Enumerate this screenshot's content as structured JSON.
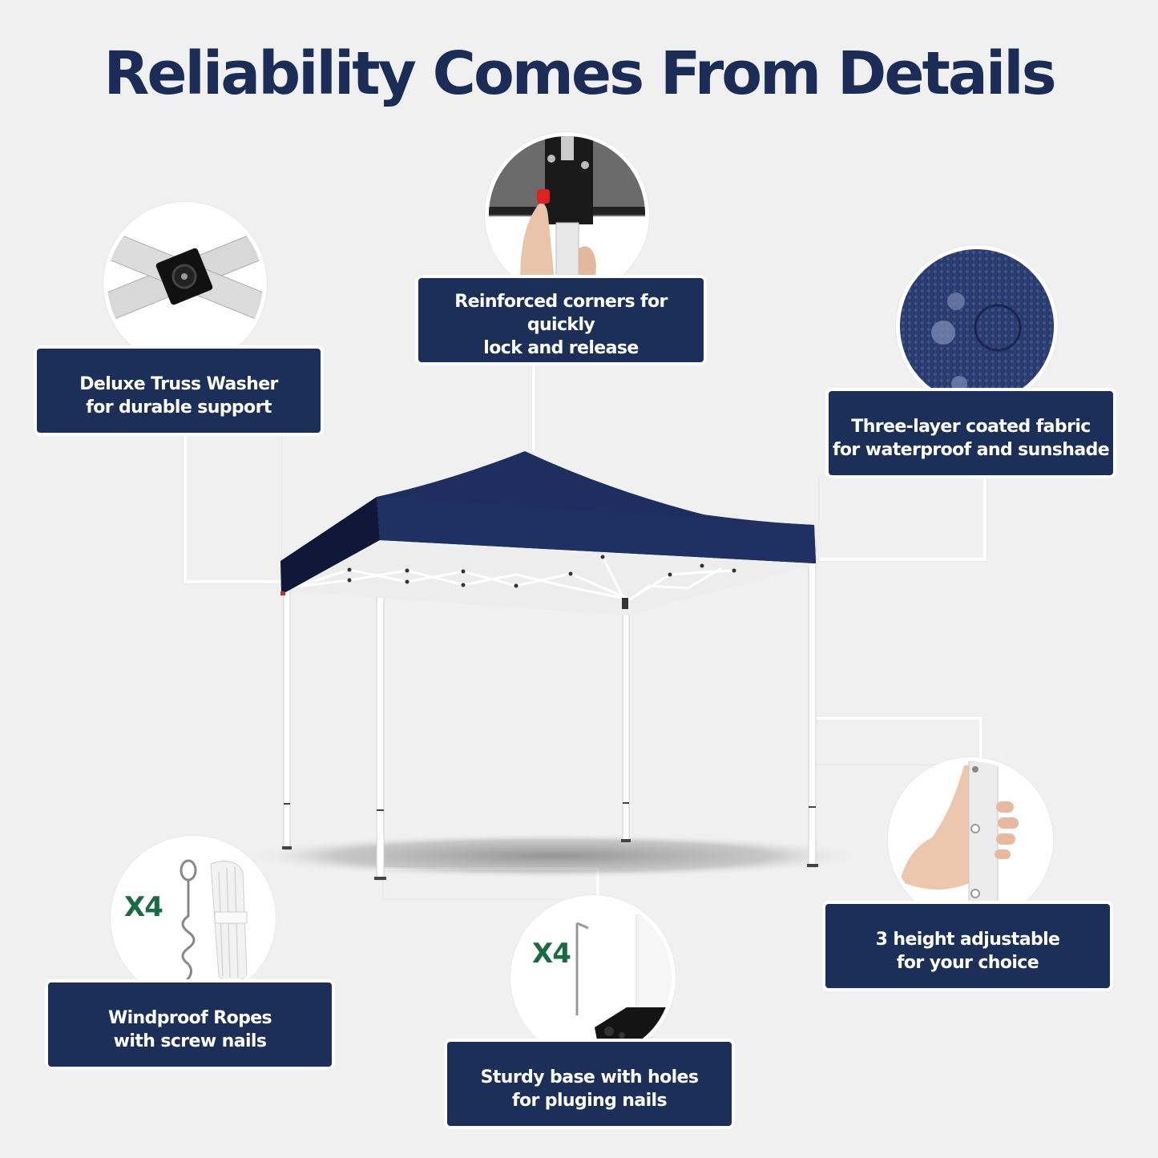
{
  "header": {
    "title": "Reliability Comes From Details"
  },
  "colors": {
    "navy": "#1c2f59",
    "title_navy": "#1b2d56",
    "background": "#f0f0f0",
    "qty_green": "#1a6a44",
    "canopy": "#1e2d5c"
  },
  "product": {
    "name": "pop-up canopy tent",
    "canopy_color": "navy blue",
    "frame_color": "white"
  },
  "features": [
    {
      "id": "truss-washer",
      "icon": "truss-washer-photo",
      "line1": "Deluxe Truss Washer",
      "line2": "for durable support"
    },
    {
      "id": "reinforced-corners",
      "icon": "corner-lock-photo",
      "line1": "Reinforced corners for quickly",
      "line2": "lock and release"
    },
    {
      "id": "coated-fabric",
      "icon": "waterproof-fabric-photo",
      "line1": "Three-layer coated fabric",
      "line2": "for waterproof and sunshade"
    },
    {
      "id": "height-adjustable",
      "icon": "adjustable-leg-photo",
      "line1": "3 height adjustable",
      "line2": "for your choice"
    },
    {
      "id": "windproof-ropes",
      "icon": "ropes-and-screw-nails-photo",
      "quantity": "X4",
      "line1": "Windproof Ropes",
      "line2": "with screw nails"
    },
    {
      "id": "sturdy-base",
      "icon": "base-plate-and-nail-photo",
      "quantity": "X4",
      "line1": "Sturdy base with holes",
      "line2": "for pluging nails"
    }
  ]
}
